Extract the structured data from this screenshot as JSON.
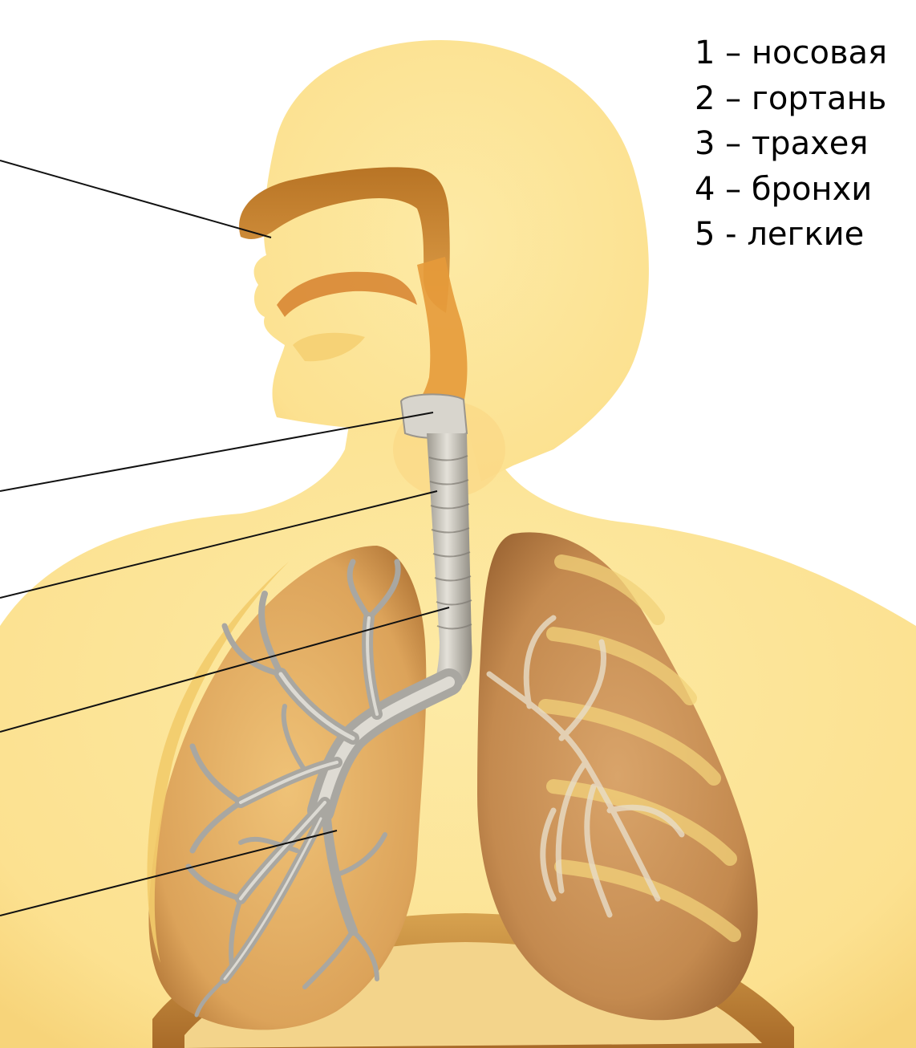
{
  "legend": {
    "items": [
      "1 – носовая",
      "2 – гортань",
      "3 – трахея",
      "4 – бронхи",
      "5 - легкие"
    ]
  },
  "colors": {
    "background": "#ffffff",
    "body": "#fde69a",
    "nasal_cavity": "#c8862e",
    "trachea": "#c9c5bc",
    "lung": "#c98e50",
    "lung_inner": "#e7b66c",
    "bronchi": "#b9b7b1",
    "diaphragm": "#b77a34",
    "leader_line": "#111111",
    "legend_text": "#000000"
  }
}
